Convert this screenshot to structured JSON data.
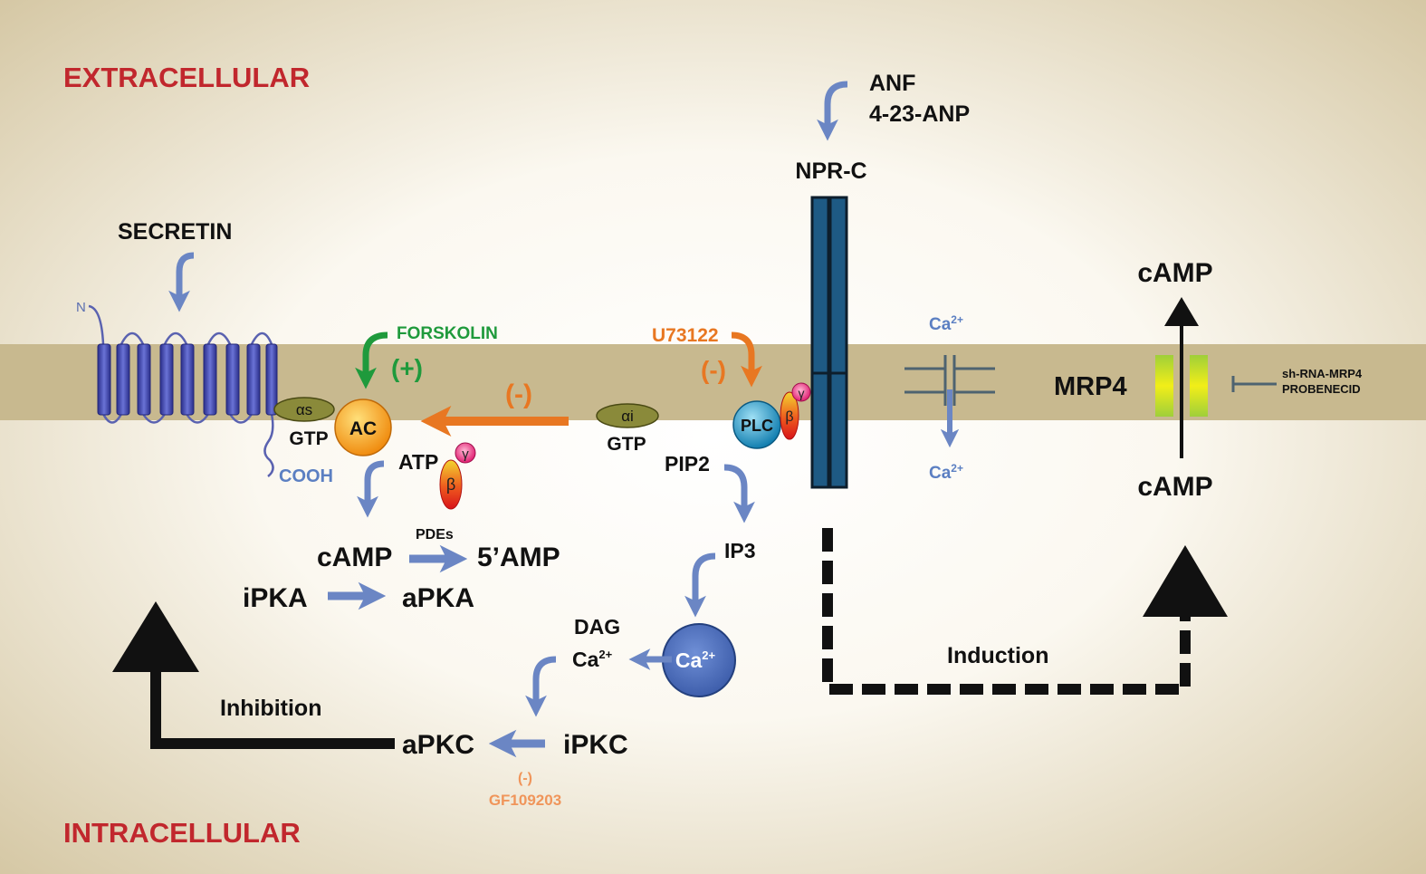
{
  "regions": {
    "extracellular": "EXTRACELLULAR",
    "intracellular": "INTRACELLULAR"
  },
  "ligands": {
    "secretin": "SECRETIN",
    "anf": "ANF",
    "anp": "4-23-ANP"
  },
  "receptor": {
    "n_terminus": "N",
    "c_terminus": "COOH",
    "npr_c": "NPR-C"
  },
  "gproteins": {
    "alpha_s": "αs",
    "alpha_i": "αi",
    "gtp": "GTP",
    "beta": "β",
    "gamma": "γ"
  },
  "enzymes": {
    "ac": "AC",
    "plc": "PLC"
  },
  "drugs": {
    "forskolin": "FORSKOLIN",
    "plus": "(+)",
    "u73122": "U73122",
    "minus": "(-)",
    "gf_minus": "(-)",
    "gf": "GF109203",
    "shrna": "sh-RNA-MRP4",
    "probenecid": "PROBENECID"
  },
  "molecules": {
    "atp": "ATP",
    "camp": "cAMP",
    "pdes": "PDEs",
    "amp5": "5’AMP",
    "ipka": "iPKA",
    "apka": "aPKA",
    "pip2": "PIP2",
    "ip3": "IP3",
    "dag": "DAG",
    "ca": "Ca",
    "ca_sup": "2+",
    "ipkc": "iPKC",
    "apkc": "aPKC",
    "camp_out": "cAMP",
    "camp_in": "cAMP"
  },
  "transporter": {
    "mrp4": "MRP4"
  },
  "effects": {
    "inhibition": "Inhibition",
    "induction": "Induction"
  },
  "colors": {
    "background_center": "#ffffff",
    "background_edge": "#d9ccaa",
    "membrane": "#c8b98f",
    "blue_arrow": "#6b86c4",
    "orange": "#e87722",
    "green": "#1f9a3c",
    "npr": "#1e5a84",
    "receptor": "#3b3fa0",
    "ac": "#f7a520",
    "plc": "#1f8fbf",
    "alpha": "#8a8a3a",
    "mrp4": "#b8d94a"
  }
}
